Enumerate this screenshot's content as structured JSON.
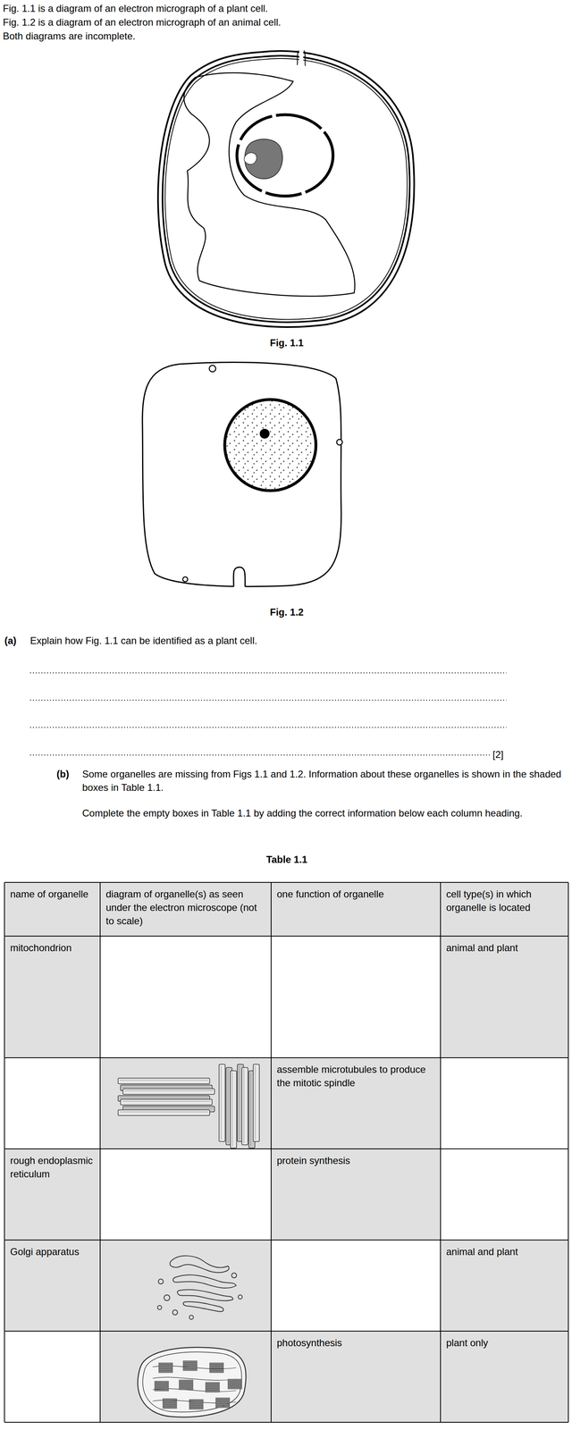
{
  "diagram": {
    "labels": [
      "Fig. 1.1 is a diagram of an electron micrograph of a plant cell.",
      "Fig. 1.2 is a diagram of an electron micrograph of an animal cell.",
      "Both diagrams are incomplete.",
      "Fig. 1.1",
      "Fig. 1.2",
      "(a)",
      "Explain how Fig. 1.1 can be identified as a plant cell.",
      "[2]",
      "(b)",
      "Some organelles are missing from Figs 1.1 and 1.2. Information about these organelles is shown in the shaded boxes in Table 1.1.",
      "Complete the empty boxes in Table 1.1 by adding the correct information below each column heading.",
      "Table 1.1",
      "name of organelle",
      "diagram of organelle(s) as seen under the electron microscope (not to scale)",
      "one function of organelle",
      "cell type(s) in which organelle is located",
      "mitochondrion",
      "animal and plant",
      "assemble microtubules to produce the mitotic spindle",
      "rough endoplasmic reticulum",
      "protein synthesis",
      "Golgi apparatus",
      "animal and plant",
      "photosynthesis",
      "plant only"
    ]
  }
}
